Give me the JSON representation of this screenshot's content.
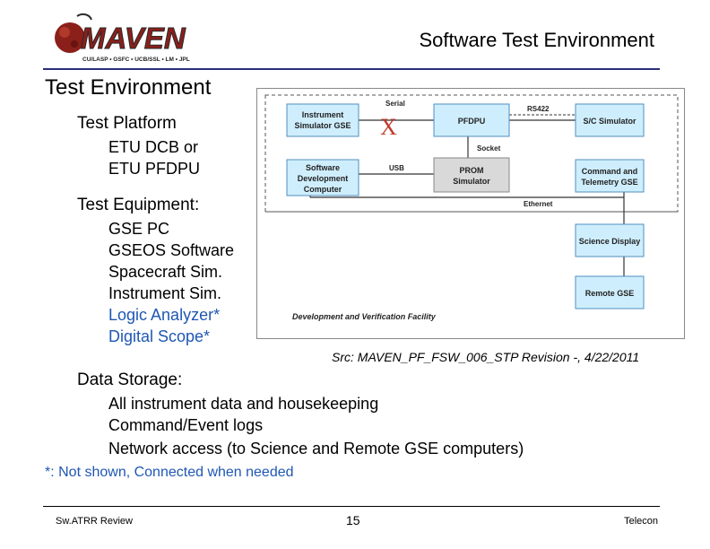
{
  "header": {
    "logo_word": "MAVEN",
    "logo_partners": "CU/LASP • GSFC • UCB/SSL • LM • JPL",
    "title": "Software Test Environment"
  },
  "content": {
    "heading": "Test Environment",
    "platform_label": "Test Platform",
    "platform_items": [
      "ETU DCB or",
      "ETU PFDPU"
    ],
    "equipment_label": "Test Equipment:",
    "equipment_items": [
      "GSE PC",
      "GSEOS Software",
      "Spacecraft Sim.",
      "Instrument Sim."
    ],
    "equipment_items_blue": [
      "Logic Analyzer*",
      "Digital Scope*"
    ],
    "storage_label": "Data Storage:",
    "storage_items": [
      "All instrument data and housekeeping",
      "Command/Event logs",
      "Network access (to Science and Remote GSE computers)"
    ],
    "footnote": "*: Not shown, Connected when needed"
  },
  "diagram": {
    "instrument_gse": [
      "Instrument",
      "Simulator GSE"
    ],
    "software_dev": [
      "Software",
      "Development",
      "Computer"
    ],
    "pfdpu": "PFDPU",
    "prom": [
      "PROM",
      "Simulator"
    ],
    "sc_sim": "S/C Simulator",
    "cmd_tlm": [
      "Command and",
      "Telemetry GSE"
    ],
    "science_display": "Science Display",
    "remote_gse": "Remote GSE",
    "serial": "Serial",
    "usb": "USB",
    "socket": "Socket",
    "rs422": "RS422",
    "ethernet": "Ethernet",
    "x_mark": "X",
    "facility": "Development and Verification Facility",
    "colors": {
      "box_fill": "#cfeefd",
      "box_stroke": "#4f8fc0",
      "x_mark": "#c0392b"
    }
  },
  "source": "Src: MAVEN_PF_FSW_006_STP Revision -, 4/22/2011",
  "footer": {
    "left": "Sw.ATRR Review",
    "page": "15",
    "right": "Telecon"
  }
}
